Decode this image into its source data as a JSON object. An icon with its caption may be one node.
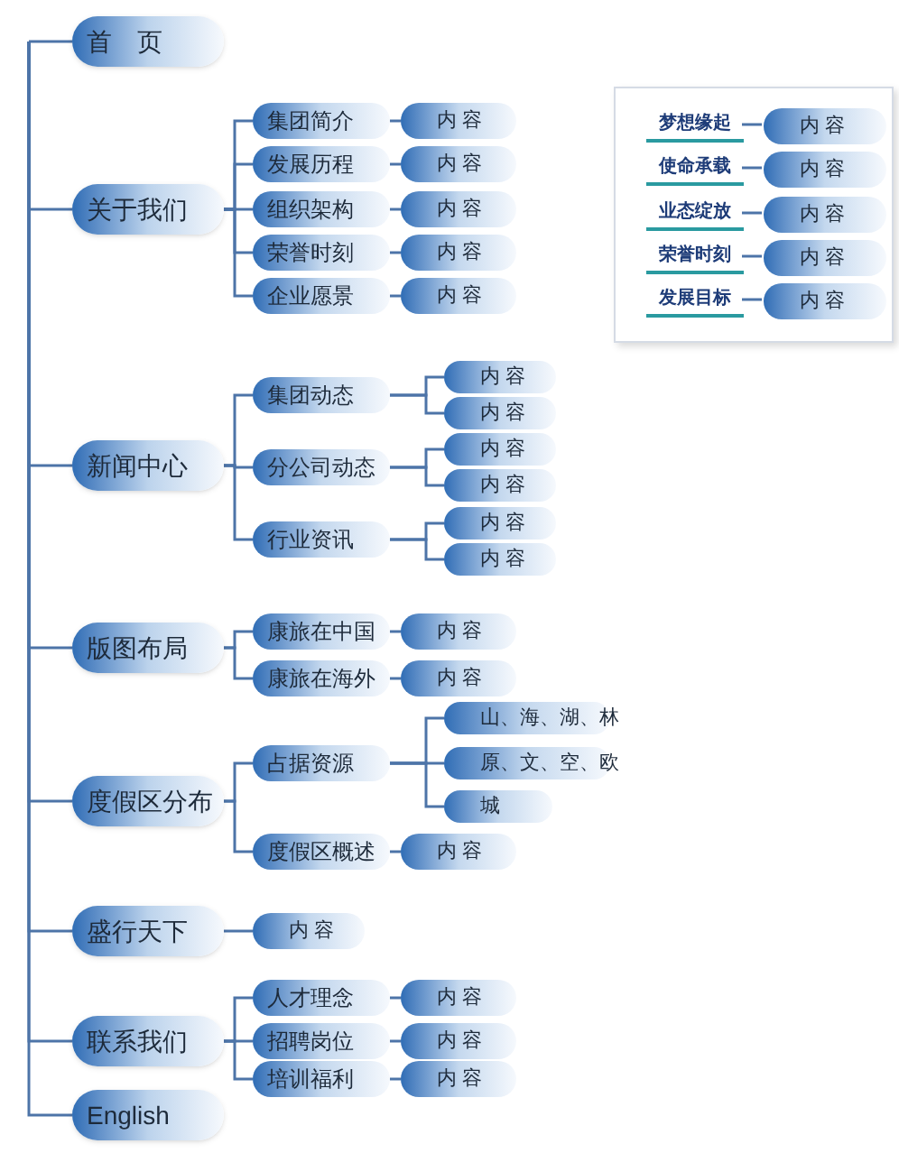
{
  "diagram": {
    "nodes": [
      {
        "text": [
          "首　页"
        ]
      },
      {
        "text": [
          "关于我们"
        ]
      },
      {
        "text": [
          "集团简介"
        ]
      },
      {
        "text": [
          "内 容"
        ]
      },
      {
        "text": [
          "发展历程"
        ]
      },
      {
        "text": [
          "内 容"
        ]
      },
      {
        "text": [
          "组织架构"
        ]
      },
      {
        "text": [
          "内 容"
        ]
      },
      {
        "text": [
          "荣誉时刻"
        ]
      },
      {
        "text": [
          "内 容"
        ]
      },
      {
        "text": [
          "企业愿景"
        ]
      },
      {
        "text": [
          "内 容"
        ]
      },
      {
        "text": [],
        "shape": "box"
      },
      {
        "text": [
          "梦想缘起"
        ],
        "in": 12
      },
      {
        "text": [
          "内 容"
        ],
        "in": 12
      },
      {
        "text": [
          "使命承载"
        ],
        "in": 12
      },
      {
        "text": [
          "内 容"
        ],
        "in": 12
      },
      {
        "text": [
          "业态绽放"
        ],
        "in": 12
      },
      {
        "text": [
          "内 容"
        ],
        "in": 12
      },
      {
        "text": [
          "荣誉时刻"
        ],
        "in": 12
      },
      {
        "text": [
          "内 容"
        ],
        "in": 12
      },
      {
        "text": [
          "发展目标"
        ],
        "in": 12
      },
      {
        "text": [
          "内 容"
        ],
        "in": 12
      },
      {
        "text": [
          "新闻中心"
        ]
      },
      {
        "text": [
          "集团动态"
        ]
      },
      {
        "text": [
          "内 容"
        ]
      },
      {
        "text": [
          "内 容"
        ]
      },
      {
        "text": [
          "分公司动态"
        ]
      },
      {
        "text": [
          "内 容"
        ]
      },
      {
        "text": [
          "内 容"
        ]
      },
      {
        "text": [
          "行业资讯"
        ]
      },
      {
        "text": [
          "内 容"
        ]
      },
      {
        "text": [
          "内 容"
        ]
      },
      {
        "text": [
          "版图布局"
        ]
      },
      {
        "text": [
          "康旅在中国"
        ]
      },
      {
        "text": [
          "内 容"
        ]
      },
      {
        "text": [
          "康旅在海外"
        ]
      },
      {
        "text": [
          "内 容"
        ]
      },
      {
        "text": [
          "度假区分布"
        ]
      },
      {
        "text": [
          "占据资源"
        ]
      },
      {
        "text": [
          "山、海、湖、林"
        ]
      },
      {
        "text": [
          "原、文、空、欧"
        ]
      },
      {
        "text": [
          "城"
        ]
      },
      {
        "text": [
          "度假区概述"
        ]
      },
      {
        "text": [
          "内 容"
        ]
      },
      {
        "text": [
          "盛行天下"
        ]
      },
      {
        "text": [
          "内 容"
        ]
      },
      {
        "text": [
          "联系我们"
        ]
      },
      {
        "text": [
          "人才理念"
        ]
      },
      {
        "text": [
          "内 容"
        ]
      },
      {
        "text": [
          "招聘岗位"
        ]
      },
      {
        "text": [
          "内 容"
        ]
      },
      {
        "text": [
          "培训福利"
        ]
      },
      {
        "text": [
          "内 容"
        ]
      },
      {
        "text": [
          "English"
        ]
      }
    ],
    "edges": [
      {
        "from": null,
        "to": 0,
        "arrow": "none"
      },
      {
        "from": null,
        "to": 1,
        "arrow": "none"
      },
      {
        "from": 1,
        "to": 2,
        "arrow": "none"
      },
      {
        "from": 2,
        "to": 3,
        "arrow": "none"
      },
      {
        "from": 1,
        "to": 4,
        "arrow": "none"
      },
      {
        "from": 4,
        "to": 5,
        "arrow": "none"
      },
      {
        "from": 1,
        "to": 6,
        "arrow": "none"
      },
      {
        "from": 6,
        "to": 7,
        "arrow": "none"
      },
      {
        "from": 1,
        "to": 8,
        "arrow": "none"
      },
      {
        "from": 8,
        "to": 9,
        "arrow": "none"
      },
      {
        "from": 1,
        "to": 10,
        "arrow": "none"
      },
      {
        "from": 10,
        "to": 11,
        "arrow": "none"
      },
      {
        "from": 13,
        "to": 14,
        "arrow": "none"
      },
      {
        "from": 15,
        "to": 16,
        "arrow": "none"
      },
      {
        "from": 17,
        "to": 18,
        "arrow": "none"
      },
      {
        "from": 19,
        "to": 20,
        "arrow": "none"
      },
      {
        "from": 21,
        "to": 22,
        "arrow": "none"
      },
      {
        "from": null,
        "to": 23,
        "arrow": "none"
      },
      {
        "from": 23,
        "to": 24,
        "arrow": "none"
      },
      {
        "from": 24,
        "to": 25,
        "arrow": "none"
      },
      {
        "from": 24,
        "to": 26,
        "arrow": "none"
      },
      {
        "from": 23,
        "to": 27,
        "arrow": "none"
      },
      {
        "from": 27,
        "to": 28,
        "arrow": "none"
      },
      {
        "from": 27,
        "to": 29,
        "arrow": "none"
      },
      {
        "from": 23,
        "to": 30,
        "arrow": "none"
      },
      {
        "from": 30,
        "to": 31,
        "arrow": "none"
      },
      {
        "from": 30,
        "to": 32,
        "arrow": "none"
      },
      {
        "from": null,
        "to": 33,
        "arrow": "none"
      },
      {
        "from": 33,
        "to": 34,
        "arrow": "none"
      },
      {
        "from": 34,
        "to": 35,
        "arrow": "none"
      },
      {
        "from": 33,
        "to": 36,
        "arrow": "none"
      },
      {
        "from": 36,
        "to": 37,
        "arrow": "none"
      },
      {
        "from": null,
        "to": 38,
        "arrow": "none"
      },
      {
        "from": 38,
        "to": 39,
        "arrow": "none"
      },
      {
        "from": 39,
        "to": 40,
        "arrow": "none"
      },
      {
        "from": 39,
        "to": 41,
        "arrow": "none"
      },
      {
        "from": 39,
        "to": 42,
        "arrow": "none"
      },
      {
        "from": 38,
        "to": 43,
        "arrow": "none"
      },
      {
        "from": 43,
        "to": 44,
        "arrow": "none"
      },
      {
        "from": null,
        "to": 45,
        "arrow": "none"
      },
      {
        "from": 45,
        "to": 46,
        "arrow": "none"
      },
      {
        "from": null,
        "to": 47,
        "arrow": "none"
      },
      {
        "from": 47,
        "to": 48,
        "arrow": "none"
      },
      {
        "from": 48,
        "to": 49,
        "arrow": "none"
      },
      {
        "from": 47,
        "to": 50,
        "arrow": "none"
      },
      {
        "from": 50,
        "to": 51,
        "arrow": "none"
      },
      {
        "from": 47,
        "to": 52,
        "arrow": "none"
      },
      {
        "from": 52,
        "to": 53,
        "arrow": "none"
      },
      {
        "from": null,
        "to": 54,
        "arrow": "none"
      }
    ]
  }
}
